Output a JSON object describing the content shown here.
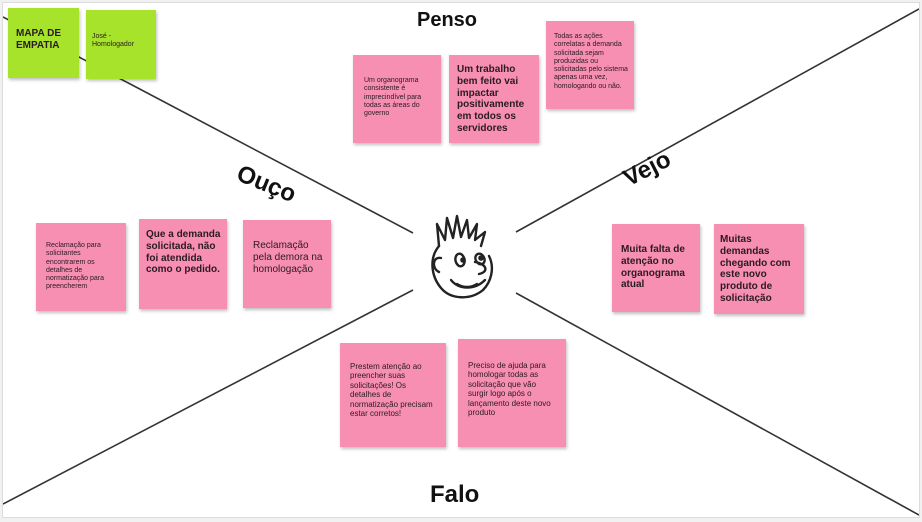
{
  "colors": {
    "pink_note": "#f78fb3",
    "green_note": "#a6e32a",
    "lines": "#333333"
  },
  "title_notes": {
    "map_title": "MAPA DE EMPATIA",
    "persona": "José - Homologador"
  },
  "sections": {
    "penso": "Penso",
    "ouco": "Ouço",
    "vejo": "Vejo",
    "falo": "Falo"
  },
  "penso_notes": [
    "Um organograma consistente é imprecindível para todas as áreas do governo",
    "Um trabalho bem feito vai impactar positivamente em todos os servidores",
    "Todas as ações correlatas a demanda solicitada sejam produzidas ou solicitadas pelo sistema apenas uma vez, homologando ou não."
  ],
  "ouco_notes": [
    "Reclamação para solicitantes encontrarem os detalhes de normatização para preencherem",
    "Que a demanda solicitada, não foi atendida como o pedido.",
    "Reclamação pela demora na homologação"
  ],
  "vejo_notes": [
    "Muita falta de atenção no organograma atual",
    "Muitas demandas chegando com este novo produto de solicitação"
  ],
  "falo_notes": [
    "Prestem atenção ao preencher suas solicitações! Os detalhes de normatização precisam estar corretos!",
    "Preciso de ajuda para homologar todas as solicitação que vão surgir logo após o lançamento deste novo produto"
  ],
  "center_icon": "sketched-face-icon"
}
